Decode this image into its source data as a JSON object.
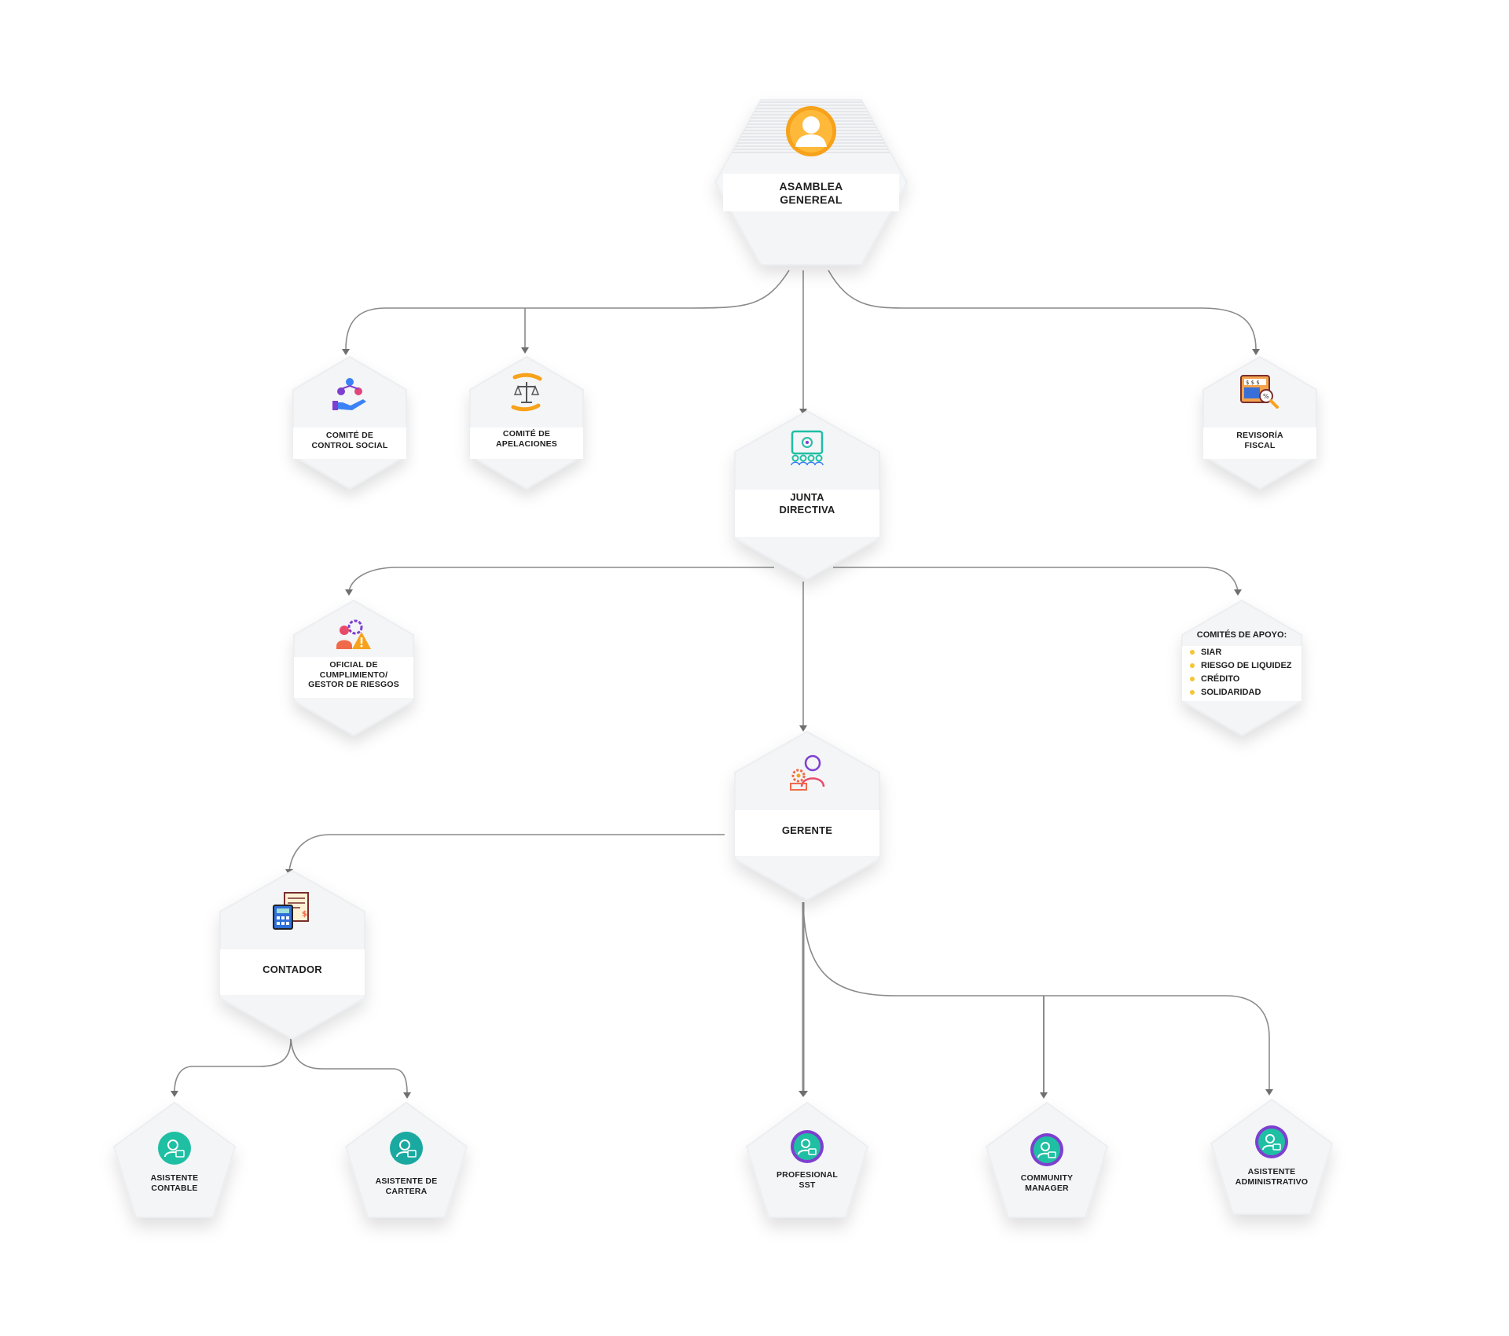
{
  "colors": {
    "connector": "#8a8a8a",
    "node_fill": "#f4f5f7",
    "orange": "#f7a21b",
    "teal": "#1fbfa4",
    "purple": "#7e3fd0",
    "bullet": "#f5c533"
  },
  "nodes": {
    "asamblea": {
      "lines": [
        "ASAMBLEA",
        "GENEREAL"
      ],
      "icon": "user-avatar-icon"
    },
    "control_social": {
      "lines": [
        "COMITÉ DE",
        "CONTROL SOCIAL"
      ],
      "icon": "hand-network-icon"
    },
    "apelaciones": {
      "lines": [
        "COMITÉ DE",
        "APELACIONES"
      ],
      "icon": "justice-scale-icon"
    },
    "revisoria": {
      "lines": [
        "REVISORÍA",
        "FISCAL"
      ],
      "icon": "audit-magnifier-icon"
    },
    "junta": {
      "lines": [
        "JUNTA",
        "DIRECTIVA"
      ],
      "icon": "board-meeting-icon"
    },
    "oficial": {
      "lines": [
        "OFICIAL DE",
        "CUMPLIMIENTO/",
        "GESTOR DE RIESGOS"
      ],
      "icon": "risk-manager-icon"
    },
    "comites_apoyo": {
      "title": "COMITÉS DE APOYO:",
      "items": [
        "SIAR",
        "RIESGO DE LIQUIDEZ",
        "CRÉDITO",
        "SOLIDARIDAD"
      ]
    },
    "gerente": {
      "lines": [
        "GERENTE"
      ],
      "icon": "manager-icon"
    },
    "contador": {
      "lines": [
        "CONTADOR"
      ],
      "icon": "accounting-calculator-icon"
    },
    "asistente_contable": {
      "lines": [
        "ASISTENTE",
        "CONTABLE"
      ],
      "icon": "user-badge-icon"
    },
    "asistente_cartera": {
      "lines": [
        "ASISTENTE DE",
        "CARTERA"
      ],
      "icon": "user-badge-icon"
    },
    "profesional_sst": {
      "lines": [
        "PROFESIONAL",
        "SST"
      ],
      "icon": "user-badge-icon"
    },
    "community_manager": {
      "lines": [
        "COMMUNITY",
        "MANAGER"
      ],
      "icon": "user-badge-icon"
    },
    "asistente_admin": {
      "lines": [
        "ASISTENTE",
        "ADMINISTRATIVO"
      ],
      "icon": "user-badge-icon"
    }
  }
}
